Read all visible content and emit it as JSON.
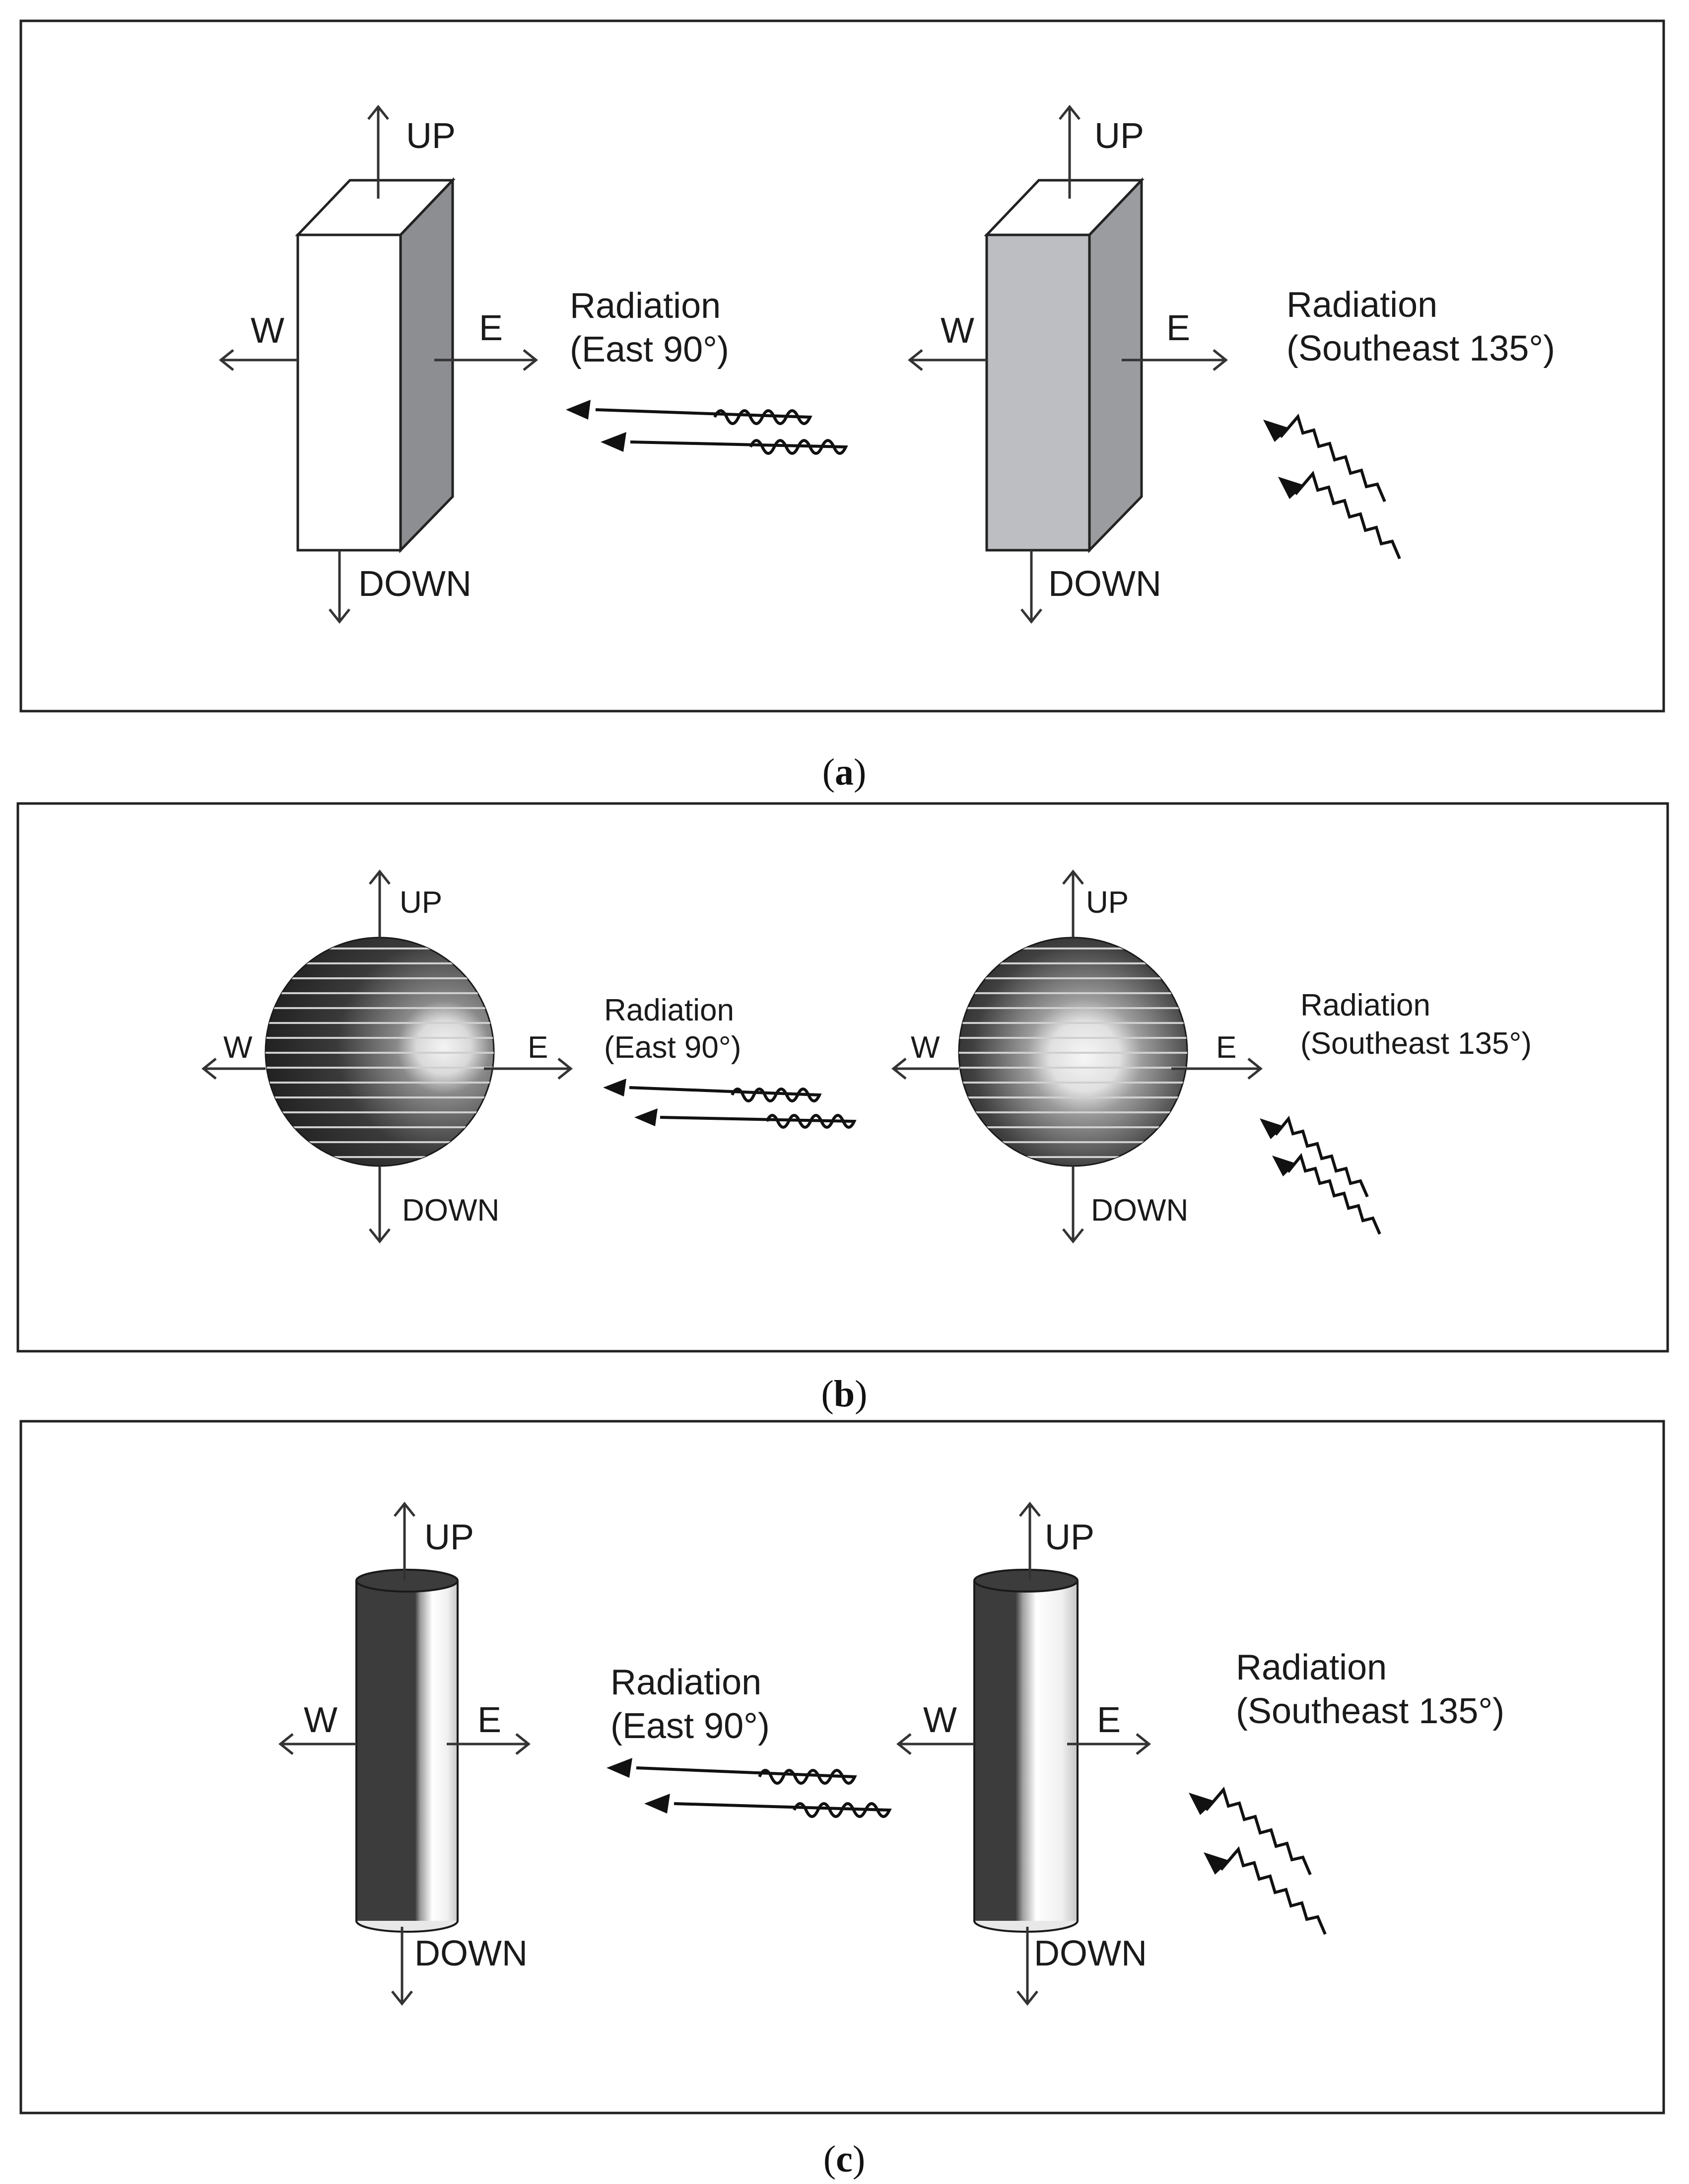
{
  "labels": {
    "up": "UP",
    "down": "DOWN",
    "west": "W",
    "east": "E",
    "radiation": "Radiation",
    "east_angle": "(East 90°)",
    "southeast_angle": "(Southeast 135°)"
  },
  "captions": {
    "a_open": "(",
    "a_letter": "a",
    "a_close": ")",
    "b_open": "(",
    "b_letter": "b",
    "b_close": ")",
    "c_open": "(",
    "c_letter": "c",
    "c_close": ")"
  },
  "colors": {
    "line": "#222222",
    "box_white_front": "#ffffff",
    "box_side_dark": "#8c8e92",
    "box_gray_front": "#bcbec2",
    "box_gray_side": "#9a9ca0",
    "sphere_dark": "#2b2b2b",
    "sphere_light": "#f2f2f2",
    "cylinder_dark": "#3a3a3a",
    "cylinder_light": "#fafafa"
  },
  "icons": {
    "wave": "wavy-radiation-arrow-icon",
    "axis": "direction-arrow-icon"
  }
}
